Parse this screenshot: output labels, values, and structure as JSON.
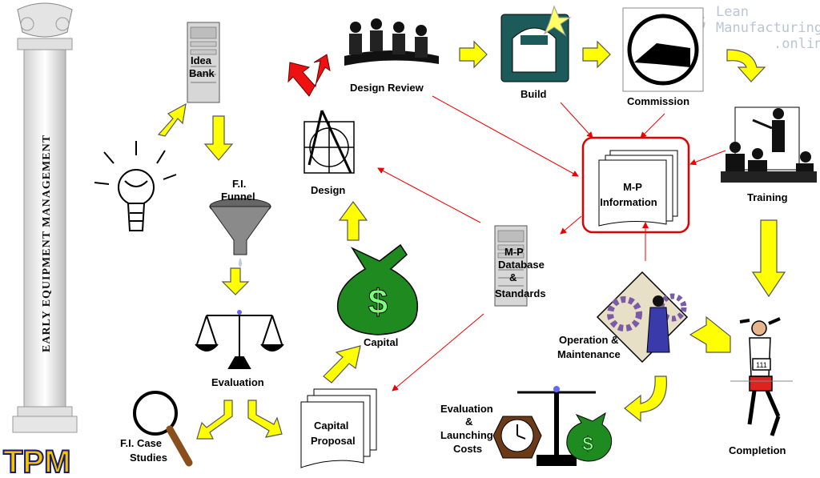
{
  "watermark": {
    "line1": "Lean",
    "line2": "Manufacturing",
    "line3": ".online"
  },
  "pillar": {
    "title": "EARLY EQUIPMENT MANAGEMENT"
  },
  "logo": {
    "text": "TPM"
  },
  "nodes": {
    "idea_bank": [
      "Idea",
      "Bank"
    ],
    "fi_funnel": [
      "F.I.",
      "Funnel"
    ],
    "evaluation": "Evaluation",
    "fi_case_studies": [
      "F.I. Case",
      "Studies"
    ],
    "capital_proposal": [
      "Capital",
      "Proposal"
    ],
    "capital": "Capital",
    "design": "Design",
    "design_review": "Design Review",
    "build": "Build",
    "commission": "Commission",
    "training": "Training",
    "mp_information": [
      "M-P",
      "Information"
    ],
    "mp_database": [
      "M-P",
      "Database",
      "&",
      "Standards"
    ],
    "operation_maintenance": [
      "Operation &",
      "Maintenance"
    ],
    "completion": "Completion",
    "evaluation_launching": [
      "Evaluation",
      "&",
      "Launching",
      "Costs"
    ]
  },
  "colors": {
    "flow_arrow": "#ffff00",
    "info_arrow": "#ee0000",
    "highlight_box": "#e00000",
    "money": "#1f8a1f",
    "gear": "#7b5aa6"
  }
}
